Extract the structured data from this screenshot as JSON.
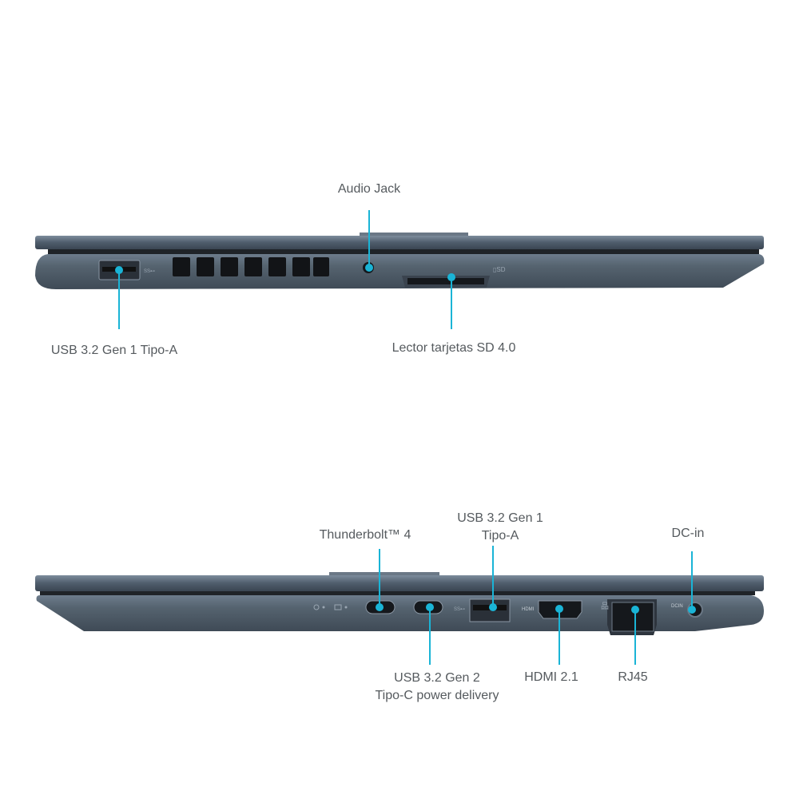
{
  "accent_color": "#1ab4d6",
  "left_side": {
    "labels": {
      "audio_jack": "Audio Jack",
      "usb_a": "USB 3.2 Gen 1 Tipo-A",
      "sd_reader": "Lector tarjetas SD 4.0"
    }
  },
  "right_side": {
    "labels": {
      "thunderbolt": "Thunderbolt™ 4",
      "usb_a_line1": "USB 3.2 Gen 1",
      "usb_a_line2": "Tipo-A",
      "dc_in": "DC-in",
      "usb_c_line1": "USB 3.2 Gen 2",
      "usb_c_line2": "Tipo-C power delivery",
      "hdmi": "HDMI 2.1",
      "rj45": "RJ45"
    },
    "port_markings": {
      "hdmi": "HDMI",
      "dcin": "DCIN"
    }
  }
}
